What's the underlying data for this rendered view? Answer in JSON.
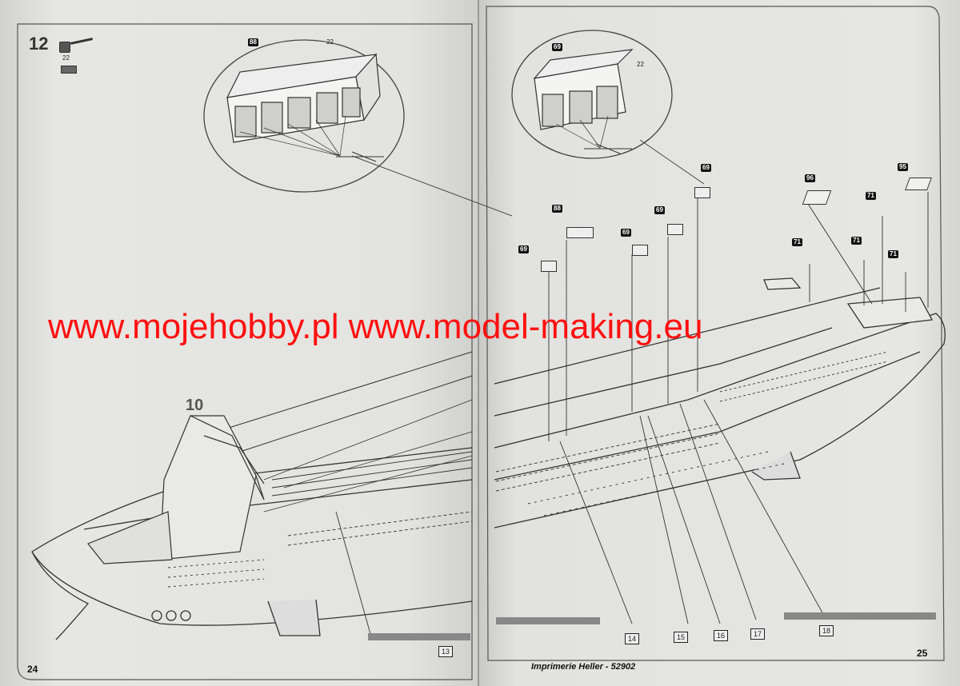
{
  "document": {
    "step_number": "12",
    "paint_ref": "22",
    "sub_step": "10",
    "left_page_number": "24",
    "right_page_number": "25",
    "publisher": "Imprimerie Heller - 52902",
    "watermark": "www.mojehobby.pl www.model-making.eu"
  },
  "callouts": {
    "left_part": "88",
    "left_paint": "22",
    "right_part": "69",
    "right_paint": "22"
  },
  "parts": {
    "p69a": "69",
    "p69b": "69",
    "p69c": "69",
    "p69d": "69",
    "p88": "88",
    "p96": "96",
    "p95": "95",
    "p71a": "71",
    "p71b": "71",
    "p71c": "71",
    "p71d": "71"
  },
  "sequence_boxes": [
    "13",
    "14",
    "15",
    "16",
    "17",
    "18"
  ],
  "colors": {
    "watermark": "#ff1010",
    "line": "#333333"
  }
}
